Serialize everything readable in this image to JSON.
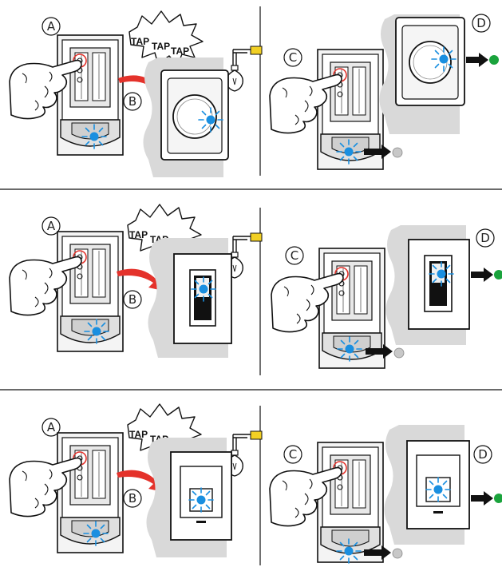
{
  "labels": {
    "a": "A",
    "b": "B",
    "c": "C",
    "d": "D"
  },
  "tap": {
    "t1": "TAP",
    "t2": "TAP",
    "t3": "TAP"
  },
  "colors": {
    "led_blue": "#1a8fe0",
    "status_green": "#1aa33c",
    "status_grey": "#c8c8c8",
    "arrow_red": "#e4322b",
    "bulb_cap": "#f2d024",
    "wall_grey": "#d9d9d9",
    "line": "#111111"
  },
  "rows": [
    {
      "variant": "round-dimmer"
    },
    {
      "variant": "rocker-switch"
    },
    {
      "variant": "square-switch"
    }
  ]
}
